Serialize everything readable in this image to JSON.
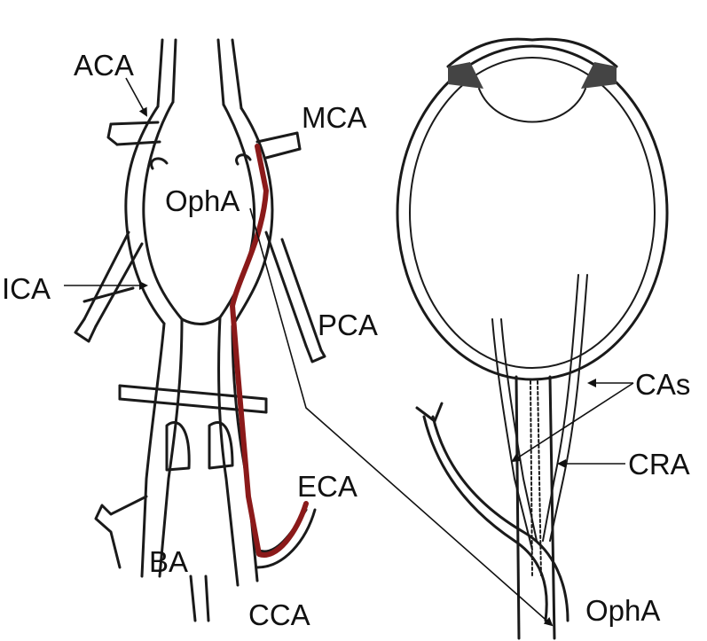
{
  "labels": {
    "aca": "ACA",
    "mca": "MCA",
    "opha_left": "OphA",
    "ica": "ICA",
    "pca": "PCA",
    "eca": "ECA",
    "ba": "BA",
    "cca": "CCA",
    "cas": "CAs",
    "cra": "CRA",
    "opha_right": "OphA"
  },
  "colors": {
    "highlight_vessel": "#8b1a1a",
    "outline": "#1a1a1a",
    "background": "#ffffff"
  }
}
